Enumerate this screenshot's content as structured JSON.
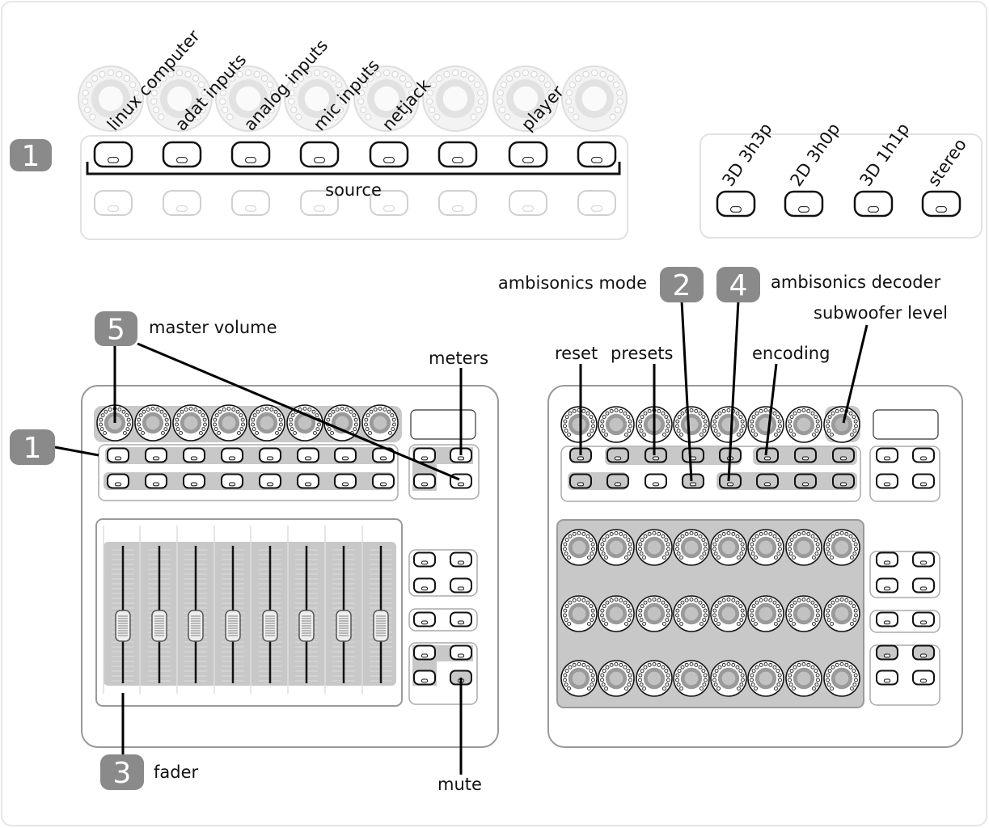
{
  "colors": {
    "badge": "#8a8a8a",
    "panel_gray": "#c8c8c8",
    "ghost": "#d8d8d8",
    "device_stroke": "#999999"
  },
  "badges": {
    "source_top": "1",
    "source_bottom": "1",
    "ambisonics_mode": "2",
    "fader": "3",
    "ambisonics_decoder": "4",
    "master_volume": "5"
  },
  "source_panel": {
    "label": "source",
    "knob_labels": [
      "linux computer",
      "adat inputs",
      "analog inputs",
      "mic inputs",
      "netjack",
      "player"
    ]
  },
  "decoder_panel": {
    "labels": [
      "3D 3h3p",
      "2D 3h0p",
      "3D 1h1p",
      "stereo"
    ]
  },
  "callouts": {
    "ambisonics_mode": "ambisonics mode",
    "ambisonics_decoder": "ambisonics decoder",
    "subwoofer_level": "subwoofer level",
    "master_volume": "master volume",
    "meters": "meters",
    "reset": "reset",
    "presets": "presets",
    "encoding": "encoding",
    "fader": "fader",
    "mute": "mute"
  }
}
